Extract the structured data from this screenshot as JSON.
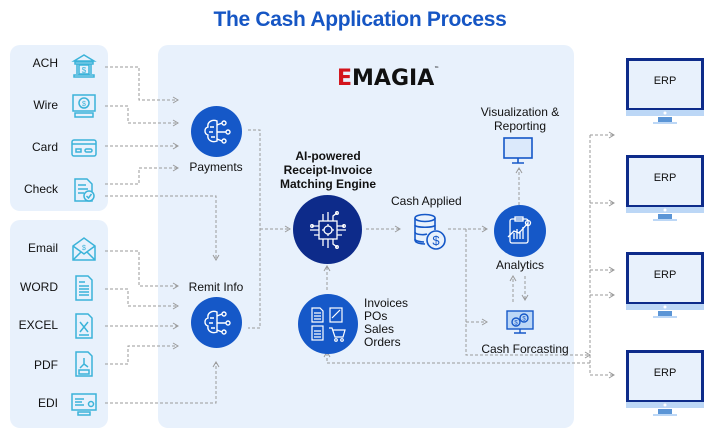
{
  "title": "The Cash Application Process",
  "logo": {
    "first_letter": "E",
    "rest": "MAGIA",
    "trademark": "™",
    "accent_color": "#d3141c"
  },
  "payment_sources": [
    {
      "label": "ACH",
      "icon": "bank-icon"
    },
    {
      "label": "Wire",
      "icon": "wire-transfer-icon"
    },
    {
      "label": "Card",
      "icon": "credit-card-icon"
    },
    {
      "label": "Check",
      "icon": "check-document-icon"
    }
  ],
  "remit_sources": [
    {
      "label": "Email",
      "icon": "email-icon"
    },
    {
      "label": "WORD",
      "icon": "word-document-icon"
    },
    {
      "label": "EXCEL",
      "icon": "excel-document-icon"
    },
    {
      "label": "PDF",
      "icon": "pdf-document-icon"
    },
    {
      "label": "EDI",
      "icon": "edi-terminal-icon"
    }
  ],
  "nodes": {
    "payments": "Payments",
    "remit_info": "Remit Info",
    "engine_line1": "AI-powered",
    "engine_line2": "Receipt-Invoice",
    "engine_line3": "Matching Engine",
    "cash_applied": "Cash Applied",
    "visualization_line1": "Visualization &",
    "visualization_line2": "Reporting",
    "analytics": "Analytics",
    "cash_forecasting": "Cash Forcasting",
    "invoices_lines": [
      "Invoices",
      "POs",
      "Sales",
      "Orders"
    ]
  },
  "erp_systems": [
    "ERP",
    "ERP",
    "ERP",
    "ERP"
  ],
  "colors": {
    "title": "#1656c4",
    "primary_blue": "#1558c8",
    "dark_blue": "#0d2b8a",
    "panel_bg": "#e8f1fc",
    "icon_cyan": "#3bb3d9",
    "connector_gray": "#9a9a9a"
  }
}
